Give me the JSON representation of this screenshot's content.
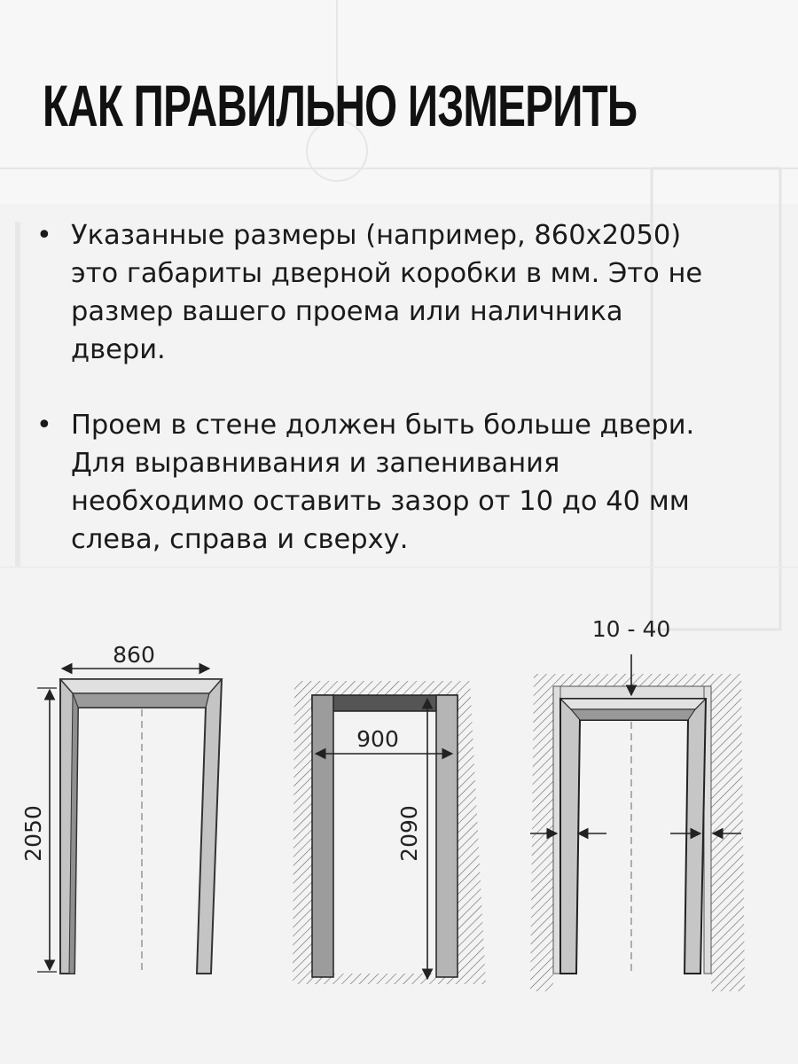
{
  "title": "КАК ПРАВИЛЬНО ИЗМЕРИТЬ",
  "bullets": [
    {
      "lines": [
        "Указанные размеры (например, 860x2050)",
        "это габариты дверной коробки в мм. Это не",
        "размер вашего проема или наличника",
        "двери."
      ]
    },
    {
      "lines": [
        "Проем в стене должен быть больше двери.",
        "Для выравнивания и запенивания",
        "необходимо оставить зазор от 10 до 40 мм",
        "слева, справа и сверху."
      ]
    }
  ],
  "diagrams": {
    "frame": {
      "width": "860",
      "height": "2050"
    },
    "opening": {
      "width": "900",
      "height": "2090"
    },
    "gap": {
      "label": "10 - 40"
    }
  }
}
